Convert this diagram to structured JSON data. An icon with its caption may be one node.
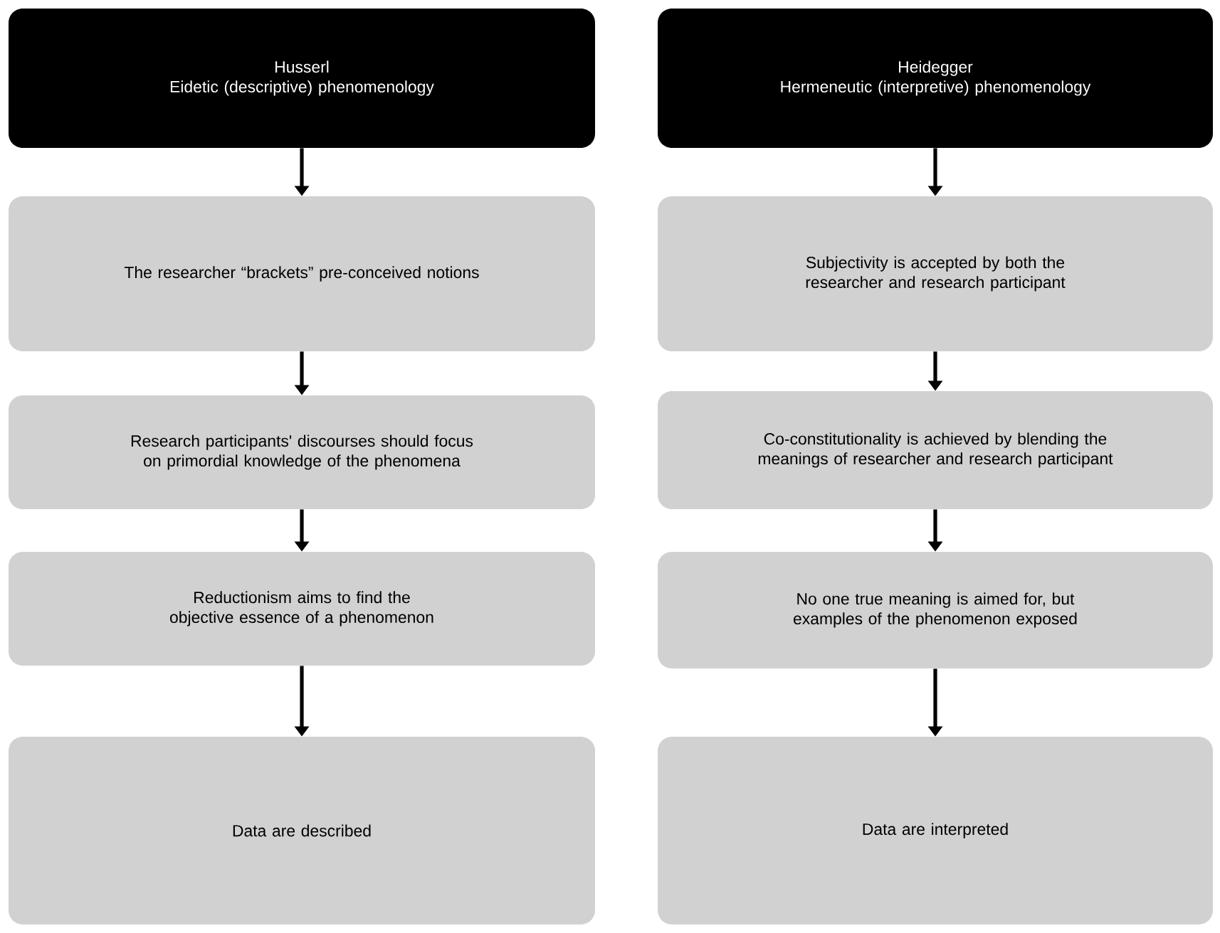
{
  "diagram": {
    "nodes": [
      {
        "text": [
          "Husserl",
          "Eidetic (descriptive) phenomenology"
        ]
      },
      {
        "text": [
          "The researcher “brackets” pre-conceived notions"
        ]
      },
      {
        "text": [
          "Research participants' discourses should focus on primordial knowledge of the phenomena"
        ]
      },
      {
        "text": [
          "Reductionism aims to find the objective essence of a phenomenon"
        ]
      },
      {
        "text": [
          "Data are described"
        ]
      },
      {
        "text": [
          "Heidegger",
          "Hermeneutic (interpretive) phenomenology"
        ]
      },
      {
        "text": [
          "Subjectivity is accepted by both the researcher and research participant"
        ]
      },
      {
        "text": [
          "Co-constitutionality is achieved by blending the meanings of researcher and research participant"
        ]
      },
      {
        "text": [
          "No one true meaning is aimed for, but examples of the phenomenon exposed"
        ]
      },
      {
        "text": [
          "Data are interpreted"
        ]
      }
    ],
    "edges": [
      {
        "from": 0,
        "to": 1,
        "arrow": "to"
      },
      {
        "from": 1,
        "to": 2,
        "arrow": "to"
      },
      {
        "from": 2,
        "to": 3,
        "arrow": "to"
      },
      {
        "from": 3,
        "to": 4,
        "arrow": "to"
      },
      {
        "from": 5,
        "to": 6,
        "arrow": "to"
      },
      {
        "from": 6,
        "to": 7,
        "arrow": "to"
      },
      {
        "from": 7,
        "to": 8,
        "arrow": "to"
      },
      {
        "from": 8,
        "to": 9,
        "arrow": "to"
      }
    ]
  }
}
